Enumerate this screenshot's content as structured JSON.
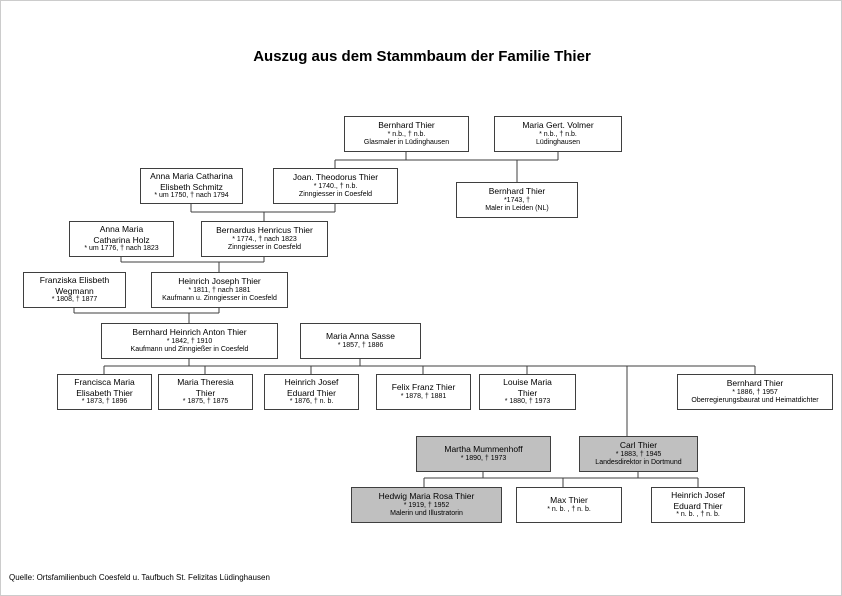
{
  "title": "Auszug aus dem Stammbaum der Familie Thier",
  "source": "Quelle: Ortsfamilienbuch Coesfeld u. Taufbuch St. Felizitas Lüdinghausen",
  "colors": {
    "box_border": "#3f3f3f",
    "box_fill": "#ffffff",
    "highlight_fill": "#c0c0c0",
    "connector_line": "#3f3f3f",
    "text": "#000000"
  },
  "persons": [
    {
      "name": "Bernhard Thier",
      "dates": "* n.b., † n.b.",
      "occupation": "Glasmaler in Lüdinghausen"
    },
    {
      "name": "Maria Gert. Volmer",
      "dates": "* n.b., † n.b.",
      "occupation": "Lüdinghausen"
    },
    {
      "name": "Anna Maria Catharina\nElisbeth Schmitz",
      "dates": "* um 1750, † nach 1794"
    },
    {
      "name": "Joan. Theodorus Thier",
      "dates": "* 1740., † n.b.",
      "occupation": "Zinngiesser in Coesfeld"
    },
    {
      "name": "Bernhard Thier",
      "dates": "*1743, †",
      "occupation": "Maler in Leiden (NL)"
    },
    {
      "name": "Anna Maria\nCatharina Holz",
      "dates": "* um 1776, † nach 1823"
    },
    {
      "name": "Bernardus Henricus Thier",
      "dates": "* 1774., † nach 1823",
      "occupation": "Zinngiesser in Coesfeld"
    },
    {
      "name": "Franziska Elisbeth\nWegmann",
      "dates": "* 1808, † 1877"
    },
    {
      "name": "Heinrich Joseph Thier",
      "dates": "* 1811, † nach 1881",
      "occupation": "Kaufmann u. Zinngiesser in Coesfeld"
    },
    {
      "name": "Bernhard Heinrich Anton Thier",
      "dates": "* 1842, † 1910",
      "occupation": "Kaufmann und Zinngießer in Coesfeld"
    },
    {
      "name": "Maria Anna Sasse",
      "dates": "* 1857, † 1886"
    },
    {
      "name": "Francisca Maria\nElisabeth Thier",
      "dates": "* 1873, † 1896"
    },
    {
      "name": "Maria Theresia\nThier",
      "dates": "* 1875, † 1875"
    },
    {
      "name": "Heinrich Josef\nEduard Thier",
      "dates": "* 1876, † n. b."
    },
    {
      "name": "Felix Franz Thier",
      "dates": "* 1878, † 1881"
    },
    {
      "name": "Louise Maria\nThier",
      "dates": "* 1880, † 1973"
    },
    {
      "name": "Bernhard Thier",
      "dates": "* 1886, † 1957",
      "occupation": "Oberregierungsbaurat und Heimatdichter"
    },
    {
      "name": "Martha Mummenhoff",
      "dates": "* 1890, † 1973"
    },
    {
      "name": "Carl Thier",
      "dates": "* 1883, † 1945",
      "occupation": "Landesdirektor in Dortmund"
    },
    {
      "name": "Hedwig Maria Rosa Thier",
      "dates": "* 1919, † 1952",
      "occupation": "Malerin und Illustratorin"
    },
    {
      "name": "Max Thier",
      "dates": "* n. b. , † n. b."
    },
    {
      "name": "Heinrich Josef\nEduard Thier",
      "dates": "* n. b. , † n. b."
    }
  ]
}
